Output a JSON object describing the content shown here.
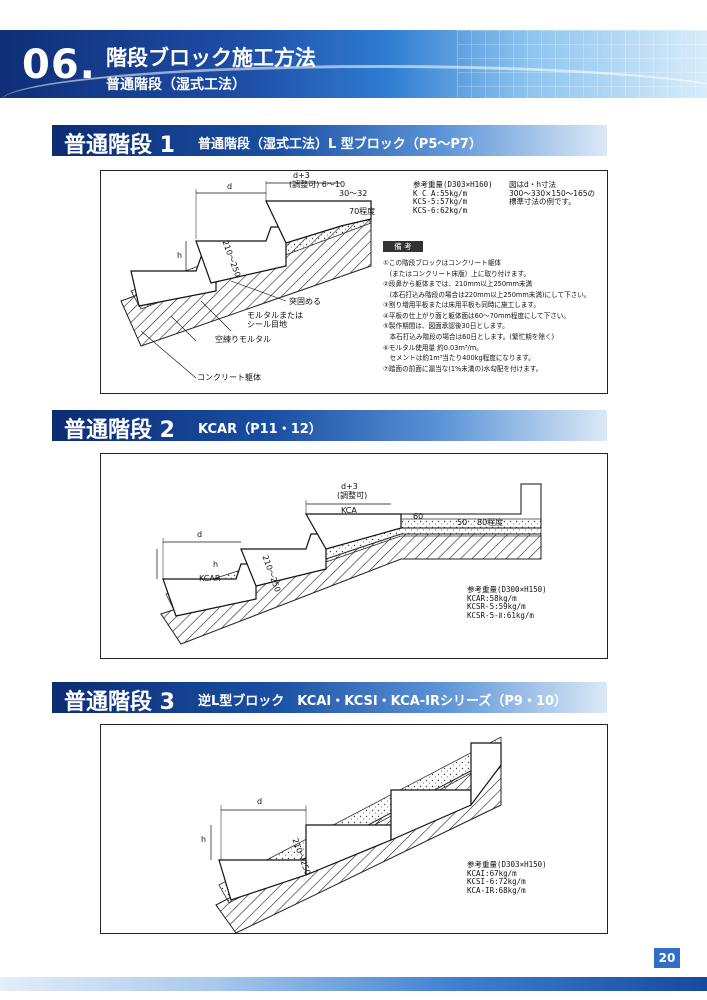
{
  "header": {
    "chapter_number": "06.",
    "title": "階段ブロック施工方法",
    "subtitle": "普通階段（湿式工法）"
  },
  "sections": [
    {
      "title": "普通階段 1",
      "description": "普通階段（湿式工法）L 型ブロック（P5〜P7）",
      "diagram_labels": {
        "d": "d",
        "d_plus": "d+3",
        "adjustable": "(調整可) 6〜10",
        "dim_30_32": "30〜32",
        "approx_70": "70程度",
        "h": "h",
        "slope": "210〜250",
        "caulk": "突固める",
        "mortar_seal": "モルタルまたは",
        "seal_joint": "シール目地",
        "dry_mortar": "空練りモルタル",
        "concrete_body": "コンクリート躯体"
      },
      "weights": [
        "参考重量(D303×H160)",
        "K C A:55kg/m",
        "KCS-5:57kg/m",
        "KCS-6:62kg/m"
      ],
      "dimension_note": [
        "図はd・h寸法",
        "300〜330×150〜165の",
        "標準寸法の例です。"
      ],
      "notes_heading": "備 考",
      "notes": [
        "①この階段ブロックはコンクリート躯体",
        "　(またはコンクリート床版）上に取り付けます。",
        "②段鼻から躯体までは、210mm以上250mm未満",
        "　(本石打込み階段の場合は220mm以上250mm未満)にして下さい。",
        "③割り増用平板または床用平板も同時に施工します。",
        "④平板の仕上がり面と躯体面は60〜70mm程度にして下さい。",
        "⑤製作期間は、図面承認後30日とします。",
        "　本石打込み階段の場合は60日とします。(繁忙期を除く)",
        "⑥モルタル使用量 約0.03m³/m。",
        "　セメントは約1m³当たり400kg程度になります。",
        "⑦踏面の前面に漏当な(1%未満の)水勾配を付けます。"
      ]
    },
    {
      "title": "普通階段 2",
      "description": "KCAR（P11・12）",
      "diagram_labels": {
        "d_plus": "d+3",
        "adjustable": "(調整可)",
        "kca": "KCA",
        "d": "d",
        "h": "h",
        "kcar": "KCAR",
        "slope": "210〜250",
        "dim_80": "80程度",
        "dim_50": "50",
        "dim_60": "60"
      },
      "weights": [
        "参考重量(D300×H150)",
        "KCAR:58kg/m",
        "KCSR-5:59kg/m",
        "KCSR-5-Ⅱ:61kg/m"
      ]
    },
    {
      "title": "普通階段 3",
      "description": "逆L型ブロック　KCAI・KCSI・KCA-IRシリーズ（P9・10）",
      "diagram_labels": {
        "d": "d",
        "h": "h",
        "slope": "210〜250"
      },
      "weights": [
        "参考重量(D303×H150)",
        "KCAI:67kg/m",
        "KCSI-6:72kg/m",
        "KCA-IR:68kg/m"
      ]
    }
  ],
  "page_number": "20",
  "colors": {
    "primary": "#1a4fa3",
    "dark": "#0c2c73",
    "accent": "#2f6fc4"
  }
}
